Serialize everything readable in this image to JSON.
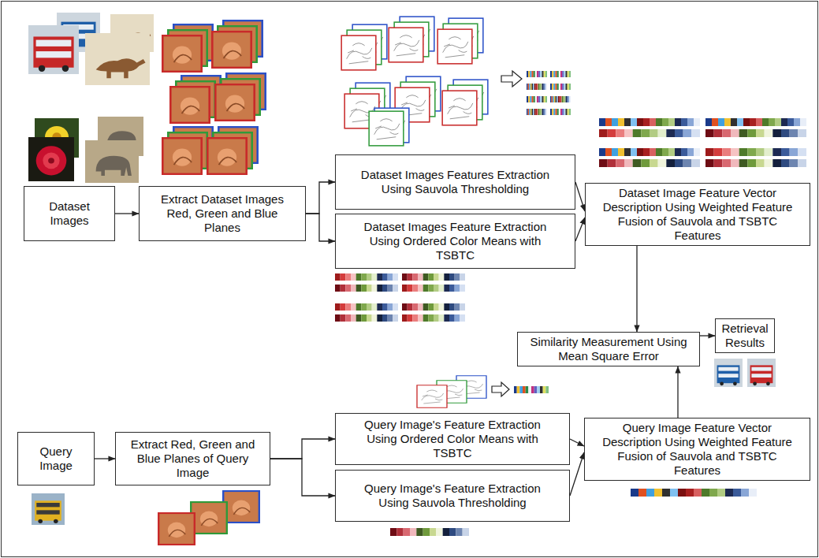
{
  "diagram": {
    "nodes": [
      {
        "text": [
          "Dataset Images"
        ]
      },
      {
        "text": [
          "Extract Dataset Images Red, Green and Blue Planes"
        ]
      },
      {
        "text": [
          "Dataset Images Features Extraction Using Sauvola Thresholding"
        ]
      },
      {
        "text": [
          "Dataset Images Feature Extraction Using Ordered Color Means with TSBTC"
        ]
      },
      {
        "text": [
          "Dataset Image Feature Vector Description Using Weighted Feature Fusion of Sauvola and TSBTC Features"
        ]
      },
      {
        "text": [
          "Similarity Measurement Using Mean Square Error"
        ]
      },
      {
        "text": [
          "Retrieval Results"
        ]
      },
      {
        "text": [
          "Query Image"
        ]
      },
      {
        "text": [
          "Extract Red, Green and Blue Planes of Query Image"
        ]
      },
      {
        "text": [
          "Query Image's Feature Extraction Using Ordered Color Means with TSBTC"
        ]
      },
      {
        "text": [
          "Query Image's Feature Extraction Using Sauvola Thresholding"
        ]
      },
      {
        "text": [
          "Query Image Feature Vector Description Using Weighted Feature Fusion of Sauvola and TSBTC Features"
        ]
      }
    ],
    "edges": [
      {
        "from": 0,
        "to": 1,
        "arrow": "to"
      },
      {
        "from": 1,
        "to": 2,
        "arrow": "to"
      },
      {
        "from": 1,
        "to": 3,
        "arrow": "to"
      },
      {
        "from": 2,
        "to": 4,
        "arrow": "to"
      },
      {
        "from": 3,
        "to": 4,
        "arrow": "to"
      },
      {
        "from": 4,
        "to": 5,
        "arrow": "to"
      },
      {
        "from": 5,
        "to": 6,
        "arrow": "to"
      },
      {
        "from": 7,
        "to": 8,
        "arrow": "to"
      },
      {
        "from": 8,
        "to": 9,
        "arrow": "to"
      },
      {
        "from": 8,
        "to": 10,
        "arrow": "to"
      },
      {
        "from": 9,
        "to": 11,
        "arrow": "to"
      },
      {
        "from": 10,
        "to": 11,
        "arrow": "to"
      },
      {
        "from": 11,
        "to": 5,
        "arrow": "to"
      }
    ]
  }
}
